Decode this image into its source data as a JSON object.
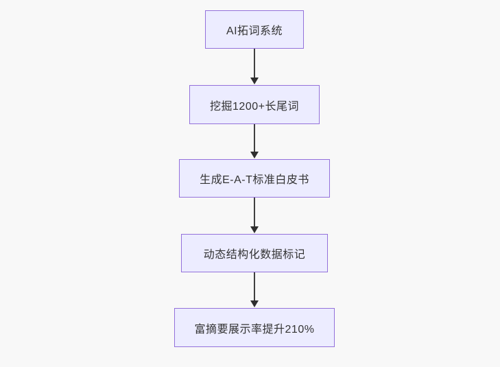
{
  "diagram": {
    "type": "flowchart",
    "direction": "top-down",
    "nodes": [
      {
        "id": "n1",
        "label": "AI拓词系统"
      },
      {
        "id": "n2",
        "label": "挖掘1200+长尾词"
      },
      {
        "id": "n3",
        "label": "生成E-A-T标准白皮书"
      },
      {
        "id": "n4",
        "label": "动态结构化数据标记"
      },
      {
        "id": "n5",
        "label": "富摘要展示率提升210%"
      }
    ],
    "edges": [
      {
        "from": "n1",
        "to": "n2"
      },
      {
        "from": "n2",
        "to": "n3"
      },
      {
        "from": "n3",
        "to": "n4"
      },
      {
        "from": "n4",
        "to": "n5"
      }
    ],
    "colors": {
      "node_fill": "#ECECFF",
      "node_border": "#9370DB",
      "text": "#333333",
      "arrow": "#333333",
      "background": "#F8F8F8"
    }
  }
}
